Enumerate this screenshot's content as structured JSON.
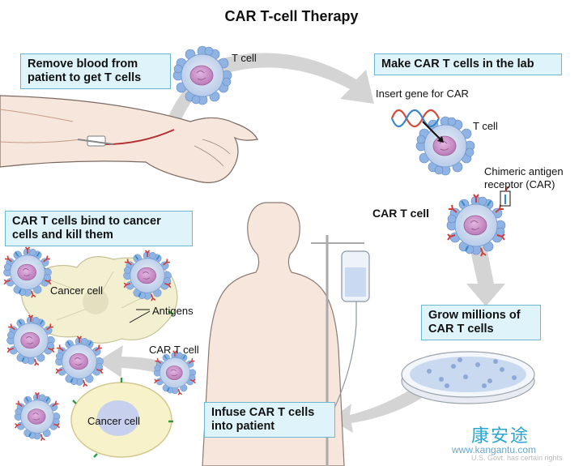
{
  "title": "CAR T-cell Therapy",
  "steps": {
    "remove": "Remove blood from patient to get T cells",
    "make": "Make CAR T cells in the lab",
    "grow": "Grow millions of CAR T cells",
    "infuse": "Infuse CAR T cells into patient",
    "bind": "CAR T cells bind to cancer cells and kill them"
  },
  "labels": {
    "t_cell_top": "T cell",
    "insert_gene": "Insert gene for CAR",
    "t_cell_lab": "T cell",
    "chimeric": "Chimeric antigen receptor (CAR)",
    "car_t_cell_lab": "CAR T cell",
    "cancer_cell_1": "Cancer cell",
    "antigens": "Antigens",
    "car_t_cell_small": "CAR T cell",
    "cancer_cell_2": "Cancer cell"
  },
  "watermark": {
    "chinese": "康安途",
    "url": "www.kangantu.com",
    "rights": "U.S. Govt. has certain rights"
  },
  "colors": {
    "box_fill": "#dff3fb",
    "box_border": "#6cb7d3",
    "arrow": "#d4d4d4",
    "cell_blue": "#a9c6ea",
    "nucleus": "#c78bc6"
  }
}
